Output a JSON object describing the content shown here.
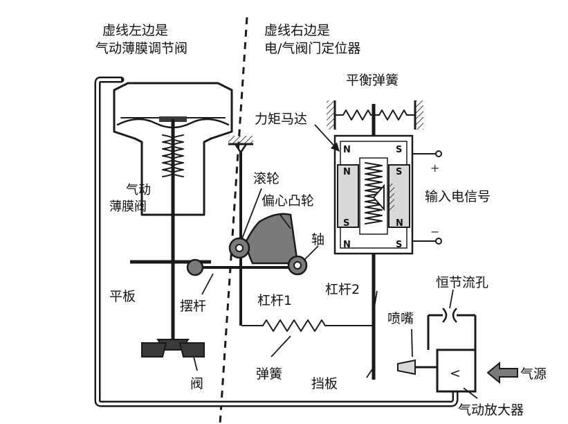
{
  "colors": {
    "line": "#1a1a1a",
    "fill_dark": "#3a3a3a",
    "fill_mid": "#7a7a7a",
    "fill_light": "#d8d8d8",
    "background": "#ffffff"
  },
  "headings": {
    "left_line1": "虚线左边是",
    "left_line2": "气动薄膜调节阀",
    "right_line1": "虚线右边是",
    "right_line2": "电/气阀门定位器"
  },
  "labels": {
    "balance_spring": "平衡弹簧",
    "torque_motor": "力矩马达",
    "roller": "滚轮",
    "eccentric_cam": "偏心凸轮",
    "shaft": "轴",
    "input_signal": "输入电信号",
    "diaphragm_valve_1": "气动",
    "diaphragm_valve_2": "薄膜阀",
    "plate": "平板",
    "swing_rod": "摆杆",
    "lever1": "杠杆1",
    "lever2": "杠杆2",
    "orifice": "恒节流孔",
    "nozzle": "喷嘴",
    "spring": "弹簧",
    "flapper": "挡板",
    "valve": "阀",
    "air_source": "气源",
    "amplifier": "气动放大器",
    "amplifier_symbol": "<"
  },
  "poles": {
    "n": "N",
    "s": "S"
  },
  "signs": {
    "plus": "+",
    "minus": "−"
  }
}
